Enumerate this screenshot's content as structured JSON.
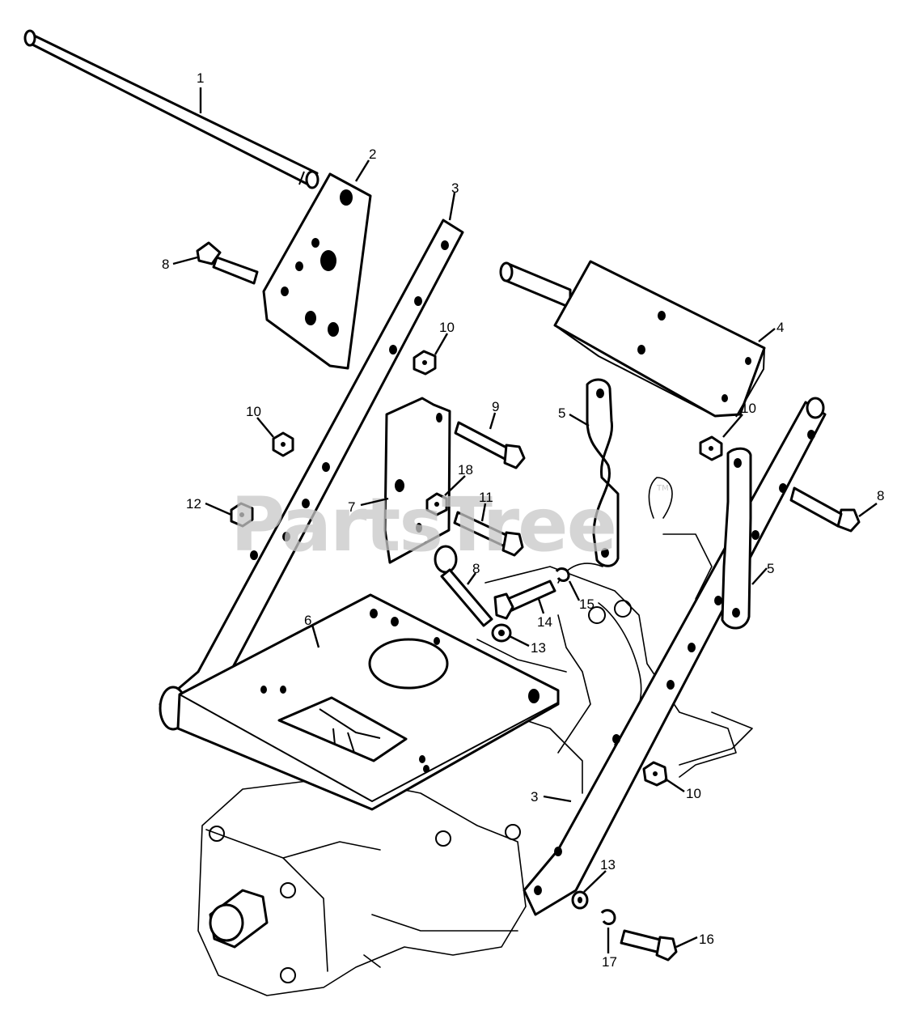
{
  "watermark": {
    "text": "PartsTree",
    "trademark": "TM"
  },
  "callouts": {
    "c1": "1",
    "c2": "2",
    "c3a": "3",
    "c3b": "3",
    "c4": "4",
    "c5a": "5",
    "c5b": "5",
    "c6": "6",
    "c7": "7",
    "c8a": "8",
    "c8b": "8",
    "c8c": "8",
    "c9": "9",
    "c10a": "10",
    "c10b": "10",
    "c10c": "10",
    "c10d": "10",
    "c11": "11",
    "c12": "12",
    "c13a": "13",
    "c13b": "13",
    "c14": "14",
    "c15": "15",
    "c16": "16",
    "c17": "17",
    "c18": "18"
  },
  "colors": {
    "line": "#000000",
    "background": "#ffffff",
    "watermark": "#c8c8c8"
  }
}
